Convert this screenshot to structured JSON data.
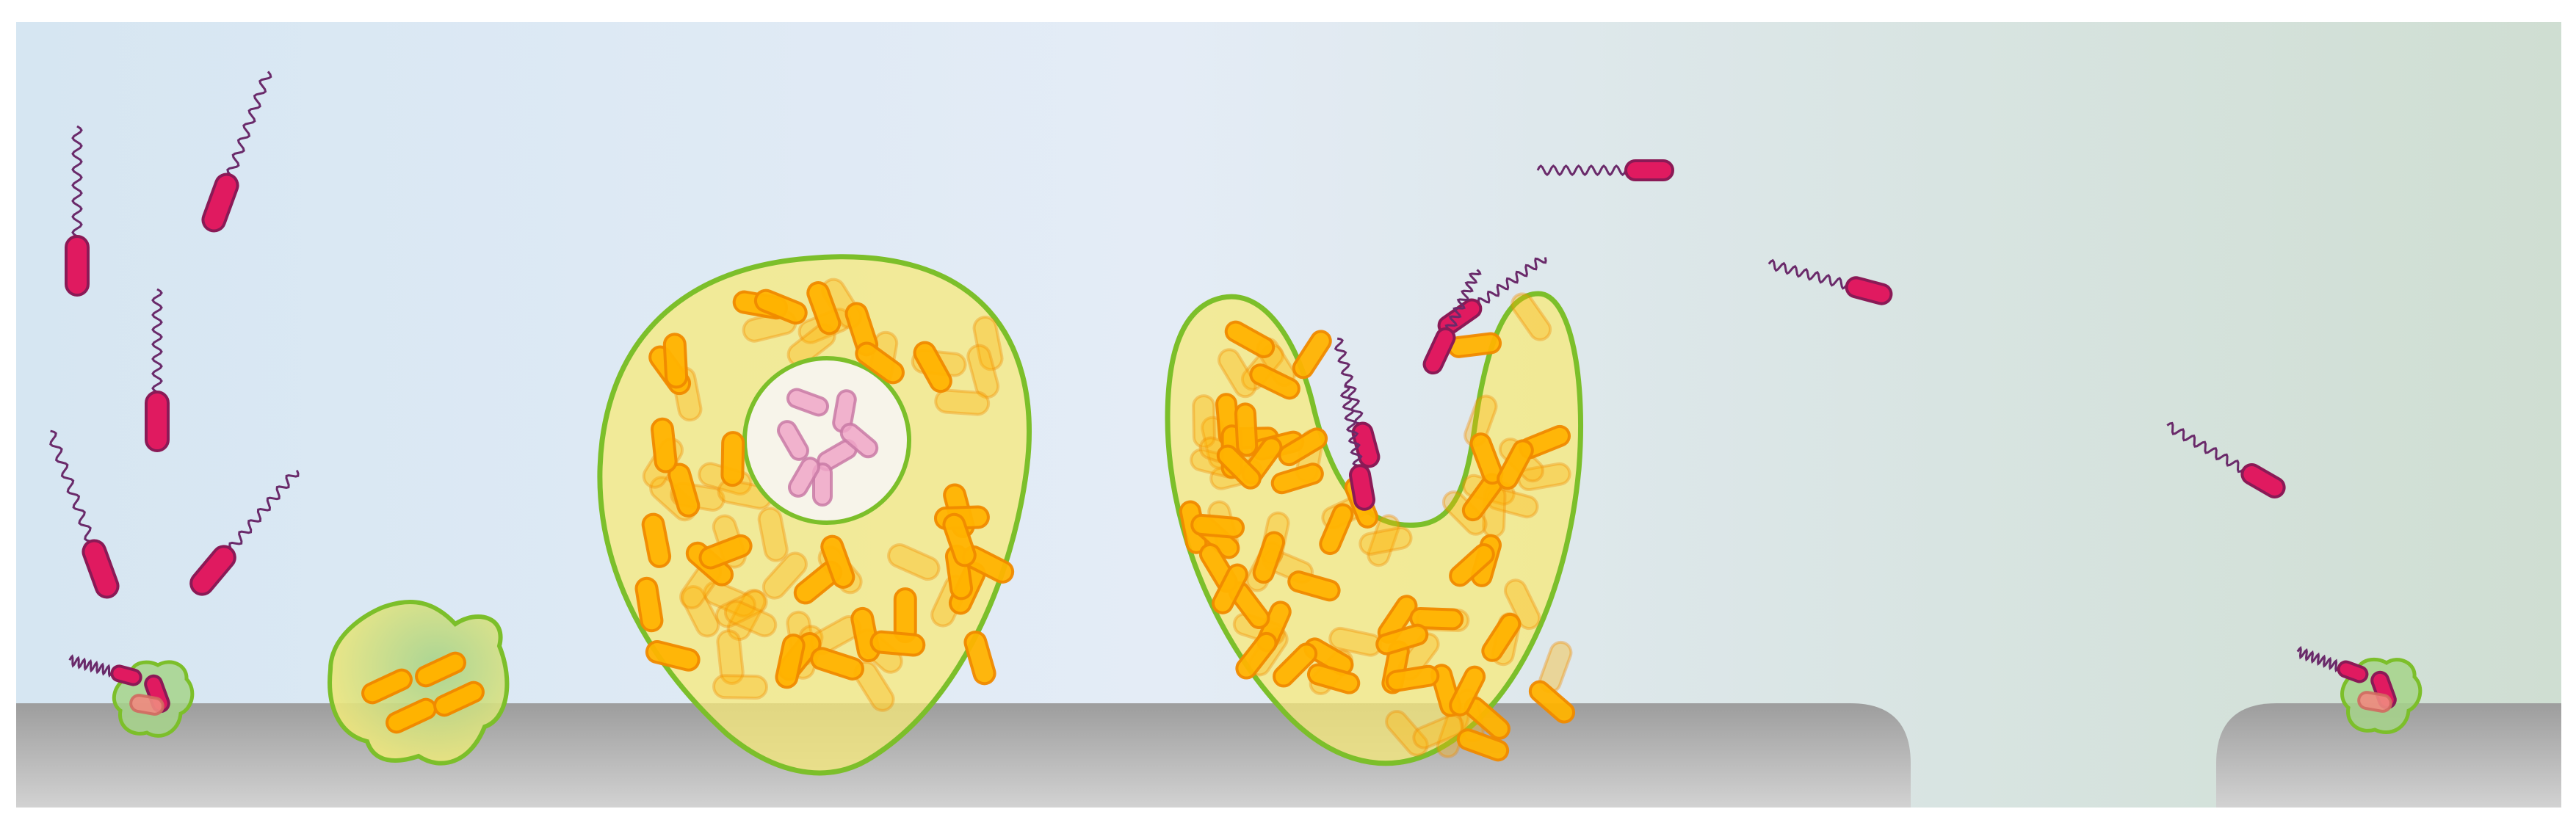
{
  "diagram": {
    "type": "illustration",
    "text_labels": [],
    "scene": [
      "motile-bacteria",
      "bacteria-attached-to-surface",
      "microcolony",
      "mature-biofilm-with-water-channel",
      "biofilm-dispersal",
      "dispersed-bacteria",
      "new-attachment-site"
    ]
  },
  "colors": {
    "background_left": "#d6e6f2",
    "background_mid": "#e4ecf6",
    "background_right": "#cfded2",
    "surface_top": "#9d9d9d",
    "surface_bottom": "#cfcfcf",
    "bacterium_fill": "#e01a60",
    "bacterium_stroke": "#8a1a56",
    "flagellum": "#6a2a6a",
    "matrix_fill": "#f7e97a",
    "matrix_stroke": "#7cbf2a",
    "embedded_cell": "#ffb300",
    "embedded_cell_stroke": "#f08a00",
    "channel_fill": "#f7f4ea",
    "channel_cell": "#f0a6c8",
    "microcolony_fill": "#a6d38a"
  }
}
